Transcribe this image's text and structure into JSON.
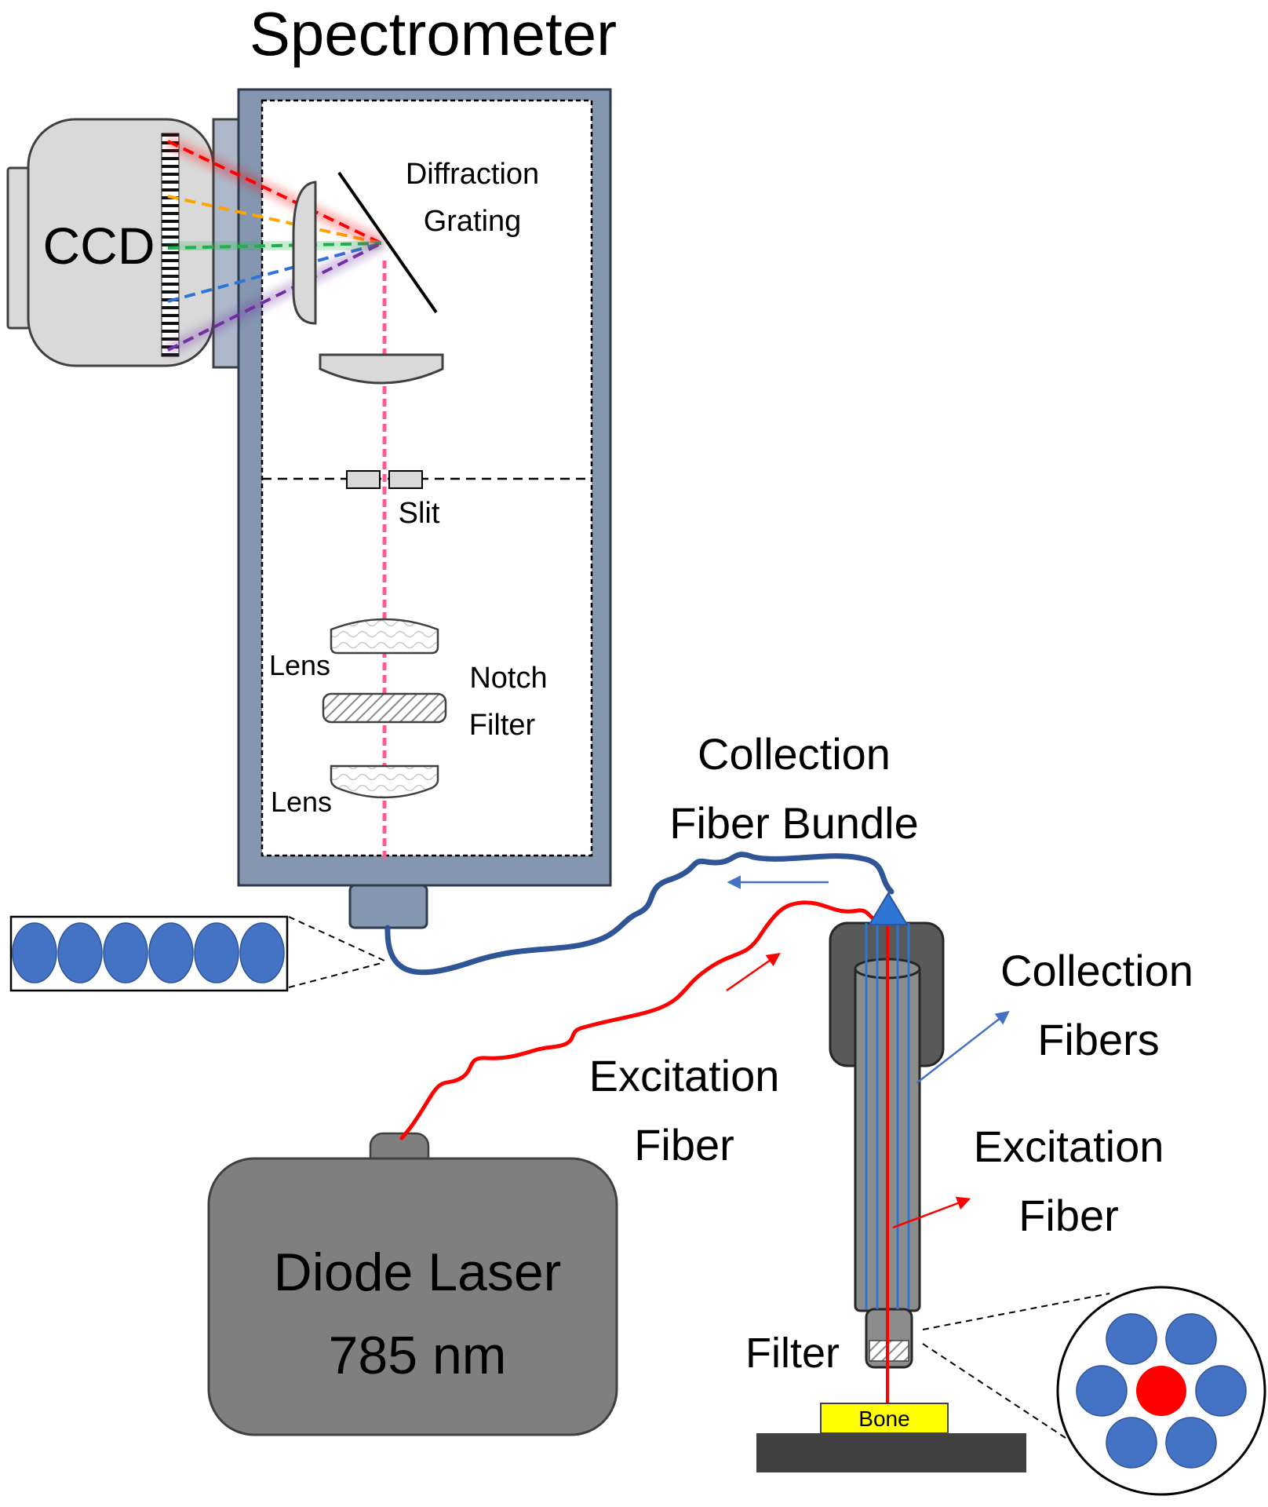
{
  "title": "Spectrometer",
  "labels": {
    "ccd": "CCD",
    "diffraction_grating": [
      "Diffraction",
      "Grating"
    ],
    "slit": "Slit",
    "lens_upper": "Lens",
    "lens_lower": "Lens",
    "notch_filter": [
      "Notch",
      "Filter"
    ],
    "collection_fiber_bundle": [
      "Collection",
      "Fiber Bundle"
    ],
    "collection_fibers": [
      "Collection",
      "Fibers"
    ],
    "excitation_fiber_probe": [
      "Excitation",
      "Fiber"
    ],
    "excitation_fiber_cable": [
      "Excitation",
      "Fiber"
    ],
    "diode_laser": [
      "Diode Laser",
      "785 nm"
    ],
    "filter": "Filter",
    "bone": "Bone"
  },
  "colors": {
    "spectrometer_body": "#8496b0",
    "ccd_body": "#d9d9d9",
    "laser_body": "#7f7f7f",
    "collection_fiber": "#2f5597",
    "excitation_fiber": "#ff0000",
    "fiber_dot_blue": "#4472c4",
    "fiber_dot_red": "#ff0000",
    "bone": "#ffff00",
    "beam_pink": "#ff5a96",
    "spectrum": [
      "#ff0000",
      "#ffa500",
      "#22b14c",
      "#2e75d6",
      "#7030a0"
    ]
  }
}
